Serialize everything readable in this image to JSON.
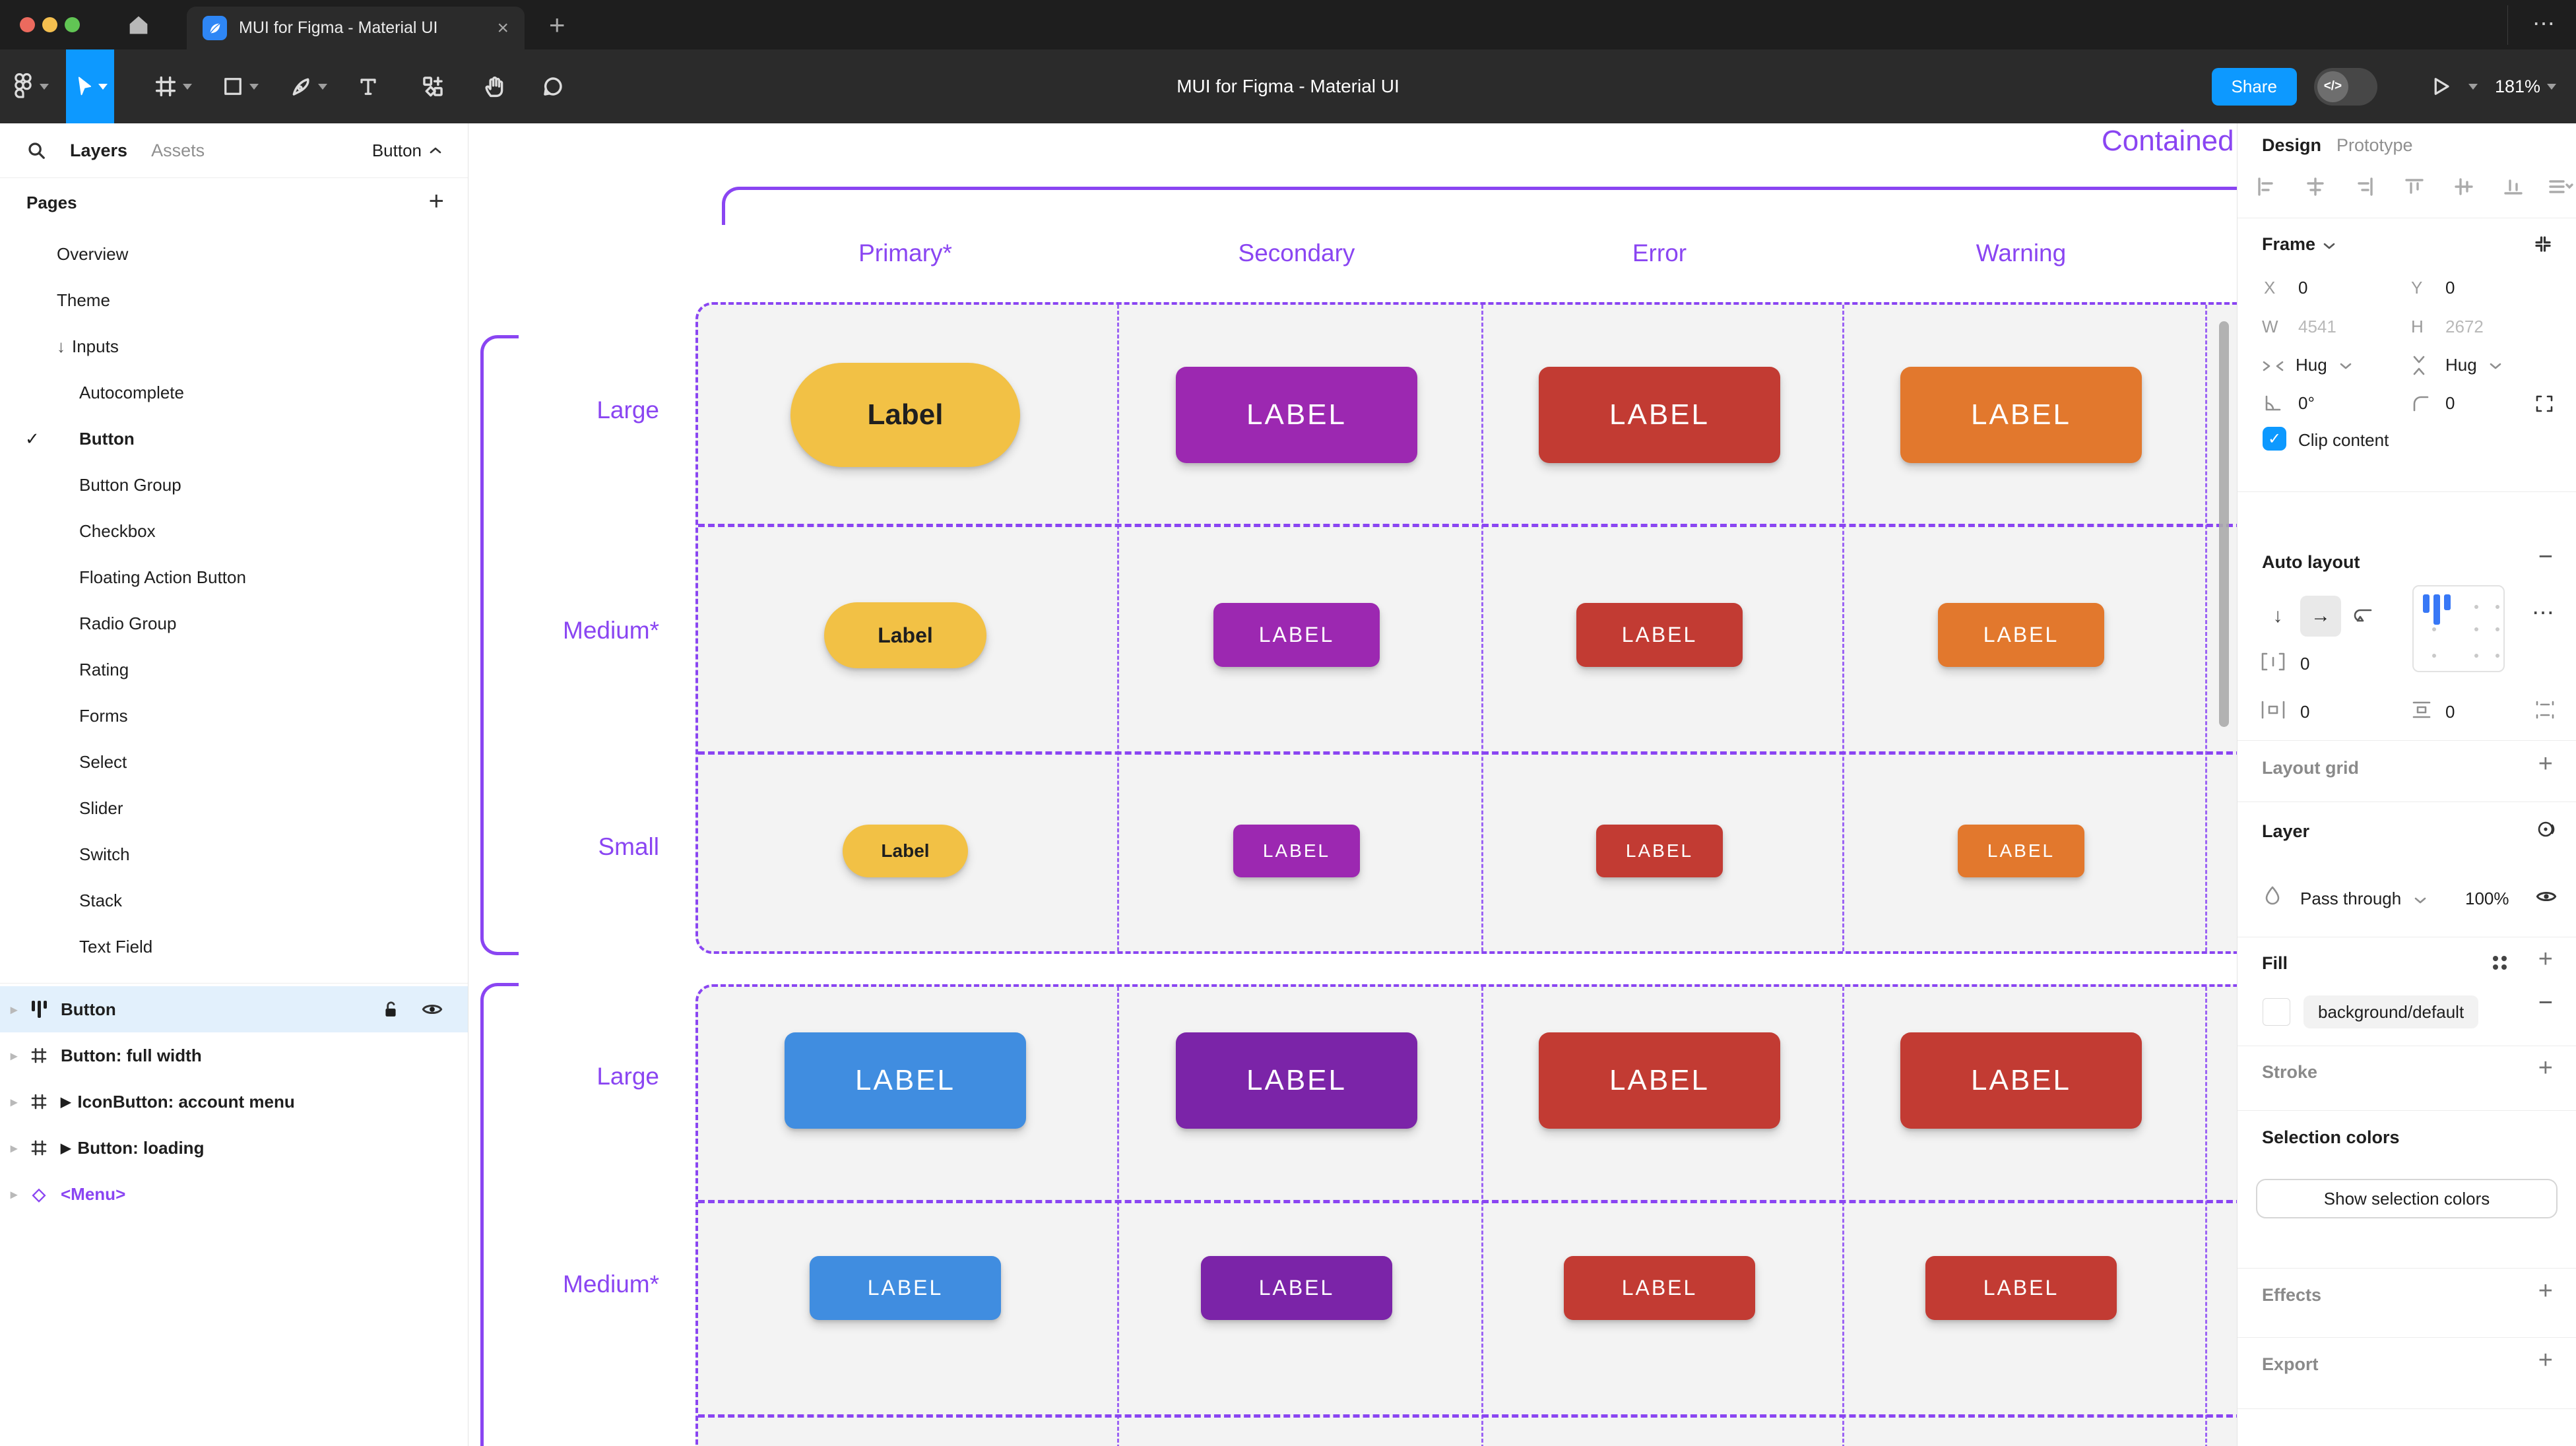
{
  "chrome": {
    "tab_title": "MUI for Figma - Material UI",
    "close_tab": "×",
    "new_tab": "+",
    "more": "⋯"
  },
  "toolbar": {
    "title": "MUI for Figma - Material UI",
    "share_label": "Share",
    "dev_glyph": "</>",
    "zoom_level": "181%"
  },
  "sidebar": {
    "tab_layers": "Layers",
    "tab_assets": "Assets",
    "component_selector": "Button",
    "pages_header": "Pages",
    "add_page": "+",
    "pages": [
      {
        "label": "Overview"
      },
      {
        "label": "Theme"
      },
      {
        "label": "Inputs",
        "arrow": "↓"
      },
      {
        "label": "Autocomplete"
      },
      {
        "label": "Button",
        "check": "✓"
      },
      {
        "label": "Button Group"
      },
      {
        "label": "Checkbox"
      },
      {
        "label": "Floating Action Button"
      },
      {
        "label": "Radio Group"
      },
      {
        "label": "Rating"
      },
      {
        "label": "Forms"
      },
      {
        "label": "Select"
      },
      {
        "label": "Slider"
      },
      {
        "label": "Switch"
      },
      {
        "label": "Stack"
      },
      {
        "label": "Text Field"
      }
    ],
    "layers": [
      {
        "label": "Button"
      },
      {
        "label": "Button: full width"
      },
      {
        "label": "IconButton: account menu",
        "component_arrow": "▶"
      },
      {
        "label": "Button: loading",
        "component_arrow": "▶"
      },
      {
        "label": "<Menu>",
        "instance_glyph": "◇"
      }
    ],
    "caret": "▸"
  },
  "canvas": {
    "section_title": "Contained",
    "columns": [
      "Primary*",
      "Secondary",
      "Error",
      "Warning"
    ],
    "rows": [
      {
        "label": "Large",
        "buttons": [
          {
            "text": "Label",
            "bg": "#F2C145",
            "fg": "#1F1F1F"
          },
          {
            "text": "LABEL",
            "bg": "#9C28B1",
            "fg": "#FFFFFF"
          },
          {
            "text": "LABEL",
            "bg": "#C23B33",
            "fg": "#FFFFFF"
          },
          {
            "text": "LABEL",
            "bg": "#E2782D",
            "fg": "#FFFFFF"
          }
        ]
      },
      {
        "label": "Medium*",
        "buttons": [
          {
            "text": "Label",
            "bg": "#F2C145",
            "fg": "#1F1F1F"
          },
          {
            "text": "LABEL",
            "bg": "#9C28B1",
            "fg": "#FFFFFF"
          },
          {
            "text": "LABEL",
            "bg": "#C23B33",
            "fg": "#FFFFFF"
          },
          {
            "text": "LABEL",
            "bg": "#E2782D",
            "fg": "#FFFFFF"
          }
        ]
      },
      {
        "label": "Small",
        "buttons": [
          {
            "text": "Label",
            "bg": "#F2C145",
            "fg": "#1F1F1F"
          },
          {
            "text": "LABEL",
            "bg": "#9C28B1",
            "fg": "#FFFFFF"
          },
          {
            "text": "LABEL",
            "bg": "#C23B33",
            "fg": "#FFFFFF"
          },
          {
            "text": "LABEL",
            "bg": "#E2782D",
            "fg": "#FFFFFF"
          }
        ]
      },
      {
        "label": "Large",
        "buttons": [
          {
            "text": "LABEL",
            "bg": "#408DE0",
            "fg": "#FFFFFF"
          },
          {
            "text": "LABEL",
            "bg": "#7B24A8",
            "fg": "#FFFFFF"
          },
          {
            "text": "LABEL",
            "bg": "#C23B33",
            "fg": "#FFFFFF"
          },
          {
            "text": "LABEL",
            "bg": "#C23B33",
            "fg": "#FFFFFF"
          }
        ]
      },
      {
        "label": "Medium*",
        "buttons": [
          {
            "text": "LABEL",
            "bg": "#408DE0",
            "fg": "#FFFFFF"
          },
          {
            "text": "LABEL",
            "bg": "#7B24A8",
            "fg": "#FFFFFF"
          },
          {
            "text": "LABEL",
            "bg": "#C23B33",
            "fg": "#FFFFFF"
          },
          {
            "text": "LABEL",
            "bg": "#C23B33",
            "fg": "#FFFFFF"
          }
        ]
      }
    ],
    "accent": "#8A45F2"
  },
  "panel": {
    "tab_design": "Design",
    "tab_prototype": "Prototype",
    "frame": {
      "header": "Frame",
      "x_label": "X",
      "x": "0",
      "y_label": "Y",
      "y": "0",
      "w_label": "W",
      "w": "4541",
      "h_label": "H",
      "h": "2672",
      "hug_h": "Hug",
      "hug_v": "Hug",
      "rotation": "0°",
      "radius": "0",
      "clip": "Clip content",
      "check": "✓"
    },
    "auto_layout": {
      "header": "Auto layout",
      "down": "↓",
      "right": "→",
      "gap": "0",
      "pad_h": "0",
      "pad_v": "0",
      "more": "⋯"
    },
    "layout_grid": {
      "header": "Layout grid"
    },
    "layer": {
      "header": "Layer",
      "blend": "Pass through",
      "opacity": "100%"
    },
    "fill": {
      "header": "Fill",
      "token": "background/default"
    },
    "stroke": {
      "header": "Stroke"
    },
    "selection": {
      "header": "Selection colors",
      "button": "Show selection colors"
    },
    "effects": {
      "header": "Effects"
    },
    "export": {
      "header": "Export"
    }
  }
}
